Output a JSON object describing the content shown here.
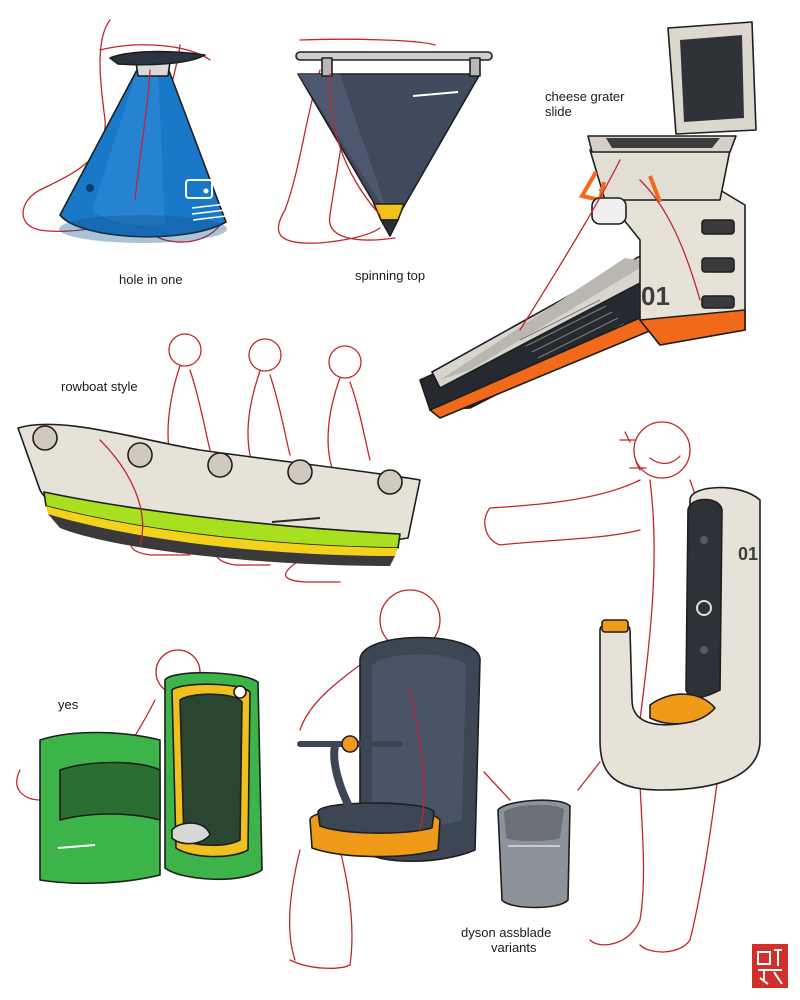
{
  "captions": {
    "hole_in_one": "hole in one",
    "spinning_top": "spinning top",
    "cheese_grater_line1": "cheese grater",
    "cheese_grater_line2": "slide",
    "rowboat": "rowboat style",
    "yes": "yes",
    "dyson_line1": "dyson assblade",
    "dyson_line2": "variants"
  },
  "labels": {
    "cheese_grater_number": "01",
    "j_unit_number": "01"
  },
  "colors": {
    "sketch_line": "#c0272d",
    "cone_blue": "#1a78c8",
    "top_slate": "#3f4a5c",
    "top_yellow": "#f2c21a",
    "slide_orange": "#f06a1a",
    "body_offwhite": "#e6e2d8",
    "rowboat_lime": "#a8e020",
    "yes_green": "#3cb44a",
    "yes_yellow": "#f0c020",
    "seat_slate": "#3d4655",
    "seat_orange": "#f09a1a",
    "dryer_grey": "#8d939a",
    "seal_red": "#d0302a"
  }
}
